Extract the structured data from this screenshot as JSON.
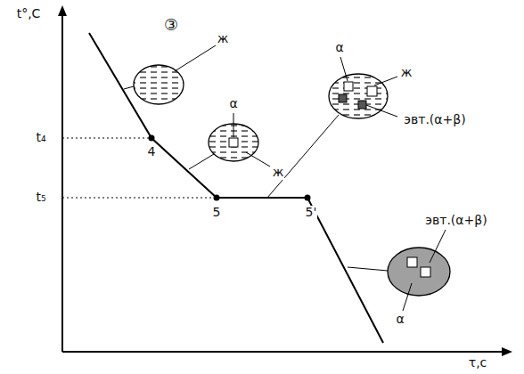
{
  "diagram": {
    "labels": [
      "③",
      "t°,C",
      "ж",
      "t₄",
      "4",
      "α",
      "ж",
      "α",
      "ж",
      "эвт.(α+β)",
      "t₅",
      "5",
      "5'",
      "эвт.(α+β)",
      "α",
      "τ,с"
    ]
  }
}
